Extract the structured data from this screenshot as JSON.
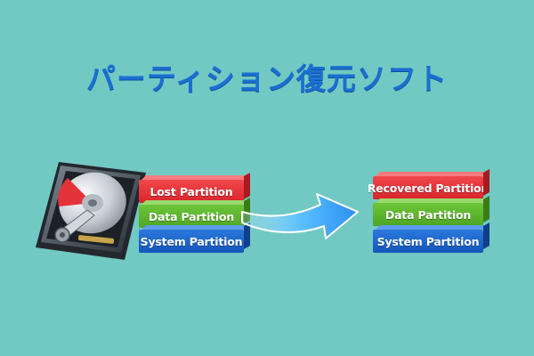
{
  "title": "パーティション復元ソフト",
  "icons": {
    "hard_drive": "hard-drive-icon",
    "arrow": "right-arrow-icon"
  },
  "left_stack": [
    {
      "label": "Lost Partition",
      "color": "#e33238"
    },
    {
      "label": "Data Partition",
      "color": "#5bb52c"
    },
    {
      "label": "System Partition",
      "color": "#1f66cc"
    }
  ],
  "right_stack": [
    {
      "label": "Recovered Partition",
      "color": "#e33238"
    },
    {
      "label": "Data Partition",
      "color": "#5bb52c"
    },
    {
      "label": "System Partition",
      "color": "#1f66cc"
    }
  ],
  "colors": {
    "background": "#72c9c3",
    "title": "#1a6fd1"
  }
}
